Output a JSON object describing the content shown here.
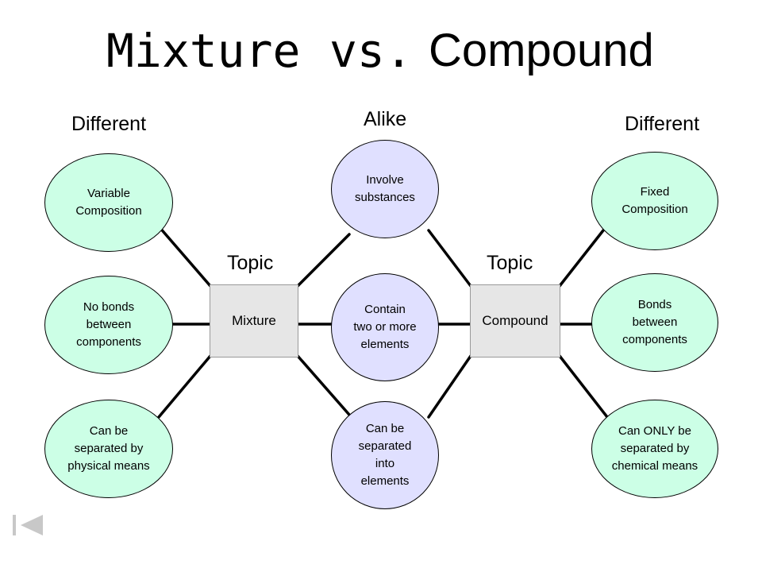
{
  "title": {
    "part1": "Mixture",
    "part2": "vs.",
    "part3": "Compound"
  },
  "headers": {
    "left": "Different",
    "center": "Alike",
    "right": "Different"
  },
  "topic_labels": {
    "left": "Topic",
    "right": "Topic"
  },
  "topics": {
    "left": "Mixture",
    "right": "Compound"
  },
  "mixture_differences": [
    "Variable\nComposition",
    "No bonds\nbetween\ncomponents",
    "Can be\nseparated by\nphysical means"
  ],
  "similarities": [
    "Involve\nsubstances",
    "Contain\ntwo or more\nelements",
    "Can be\nseparated\ninto\nelements"
  ],
  "compound_differences": [
    "Fixed\nComposition",
    "Bonds\nbetween\ncomponents",
    "Can ONLY be\nseparated by\nchemical means"
  ],
  "colors": {
    "difference_fill": "#ccffe6",
    "similarity_fill": "#e0e0ff",
    "topic_fill": "#e6e6e6"
  },
  "nav": {
    "icon": "first-slide-icon"
  }
}
